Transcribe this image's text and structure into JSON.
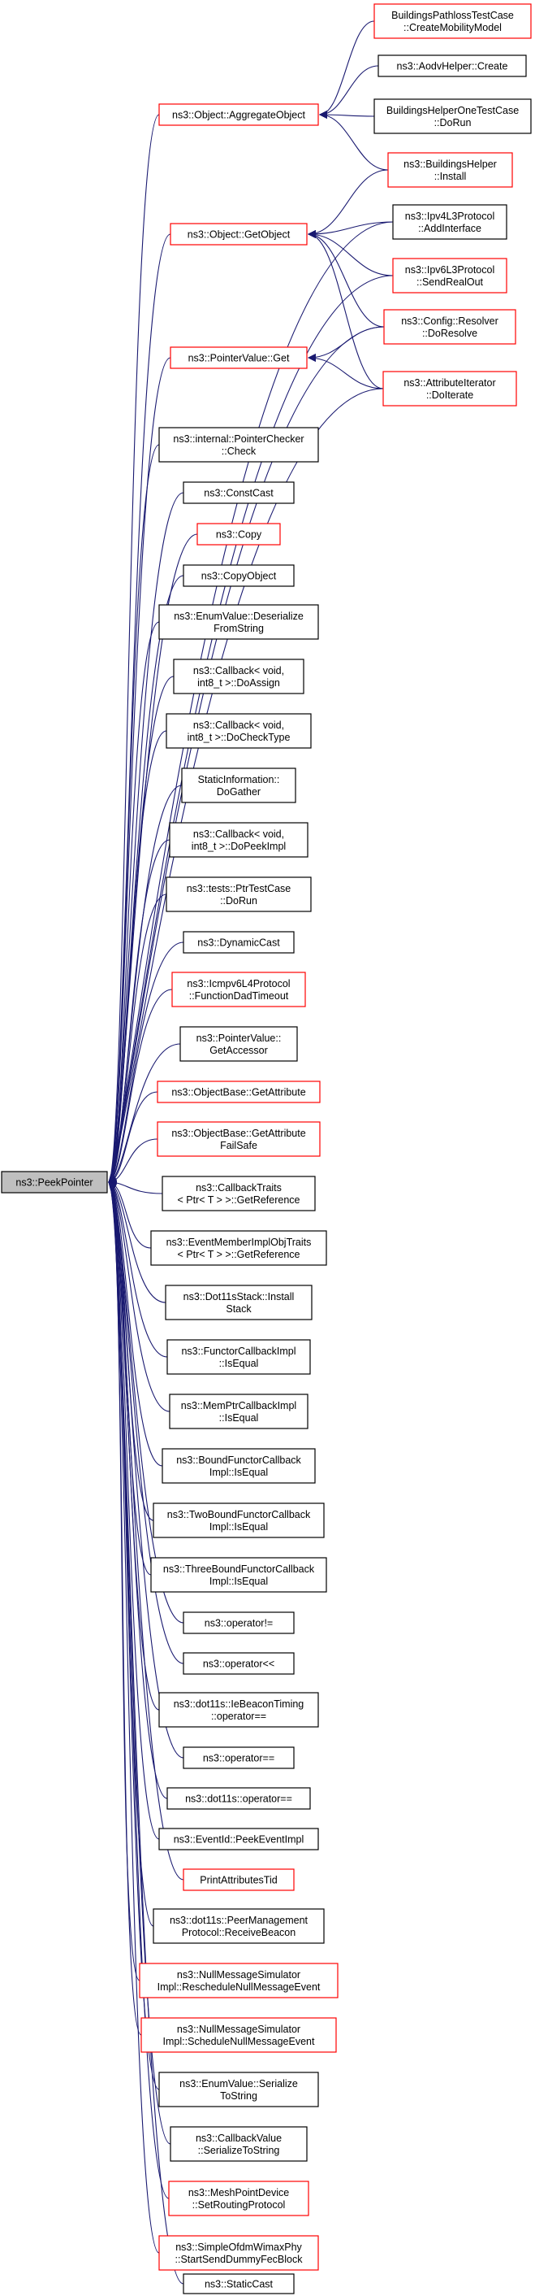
{
  "colors": {
    "edge": "#191970",
    "border_normal": "#000000",
    "border_undocumented": "#ff0000",
    "root_fill": "#bfbfbf"
  },
  "nodes": [
    {
      "id": "peek",
      "lines": [
        "ns3::PeekPointer"
      ],
      "kind": "root"
    },
    {
      "id": "aggregate",
      "lines": [
        "ns3::Object::AggregateObject"
      ],
      "kind": "red"
    },
    {
      "id": "getobject",
      "lines": [
        "ns3::Object::GetObject"
      ],
      "kind": "red"
    },
    {
      "id": "pvget",
      "lines": [
        "ns3::PointerValue::Get"
      ],
      "kind": "red"
    },
    {
      "id": "bpltc",
      "lines": [
        "BuildingsPathlossTestCase",
        "::CreateMobilityModel"
      ],
      "kind": "red"
    },
    {
      "id": "aodv",
      "lines": [
        "ns3::AodvHelper::Create"
      ],
      "kind": "black"
    },
    {
      "id": "bhotc",
      "lines": [
        "BuildingsHelperOneTestCase",
        "::DoRun"
      ],
      "kind": "black"
    },
    {
      "id": "bhinstall",
      "lines": [
        "ns3::BuildingsHelper",
        "::Install"
      ],
      "kind": "red"
    },
    {
      "id": "ipv4l3",
      "lines": [
        "ns3::Ipv4L3Protocol",
        "::AddInterface"
      ],
      "kind": "black"
    },
    {
      "id": "ipv6l3",
      "lines": [
        "ns3::Ipv6L3Protocol",
        "::SendRealOut"
      ],
      "kind": "red"
    },
    {
      "id": "resolver",
      "lines": [
        "ns3::Config::Resolver",
        "::DoResolve"
      ],
      "kind": "red"
    },
    {
      "id": "attrit",
      "lines": [
        "ns3::AttributeIterator",
        "::DoIterate"
      ],
      "kind": "red"
    },
    {
      "id": "ptrcheck",
      "lines": [
        "ns3::internal::PointerChecker",
        "::Check"
      ],
      "kind": "black"
    },
    {
      "id": "constcast",
      "lines": [
        "ns3::ConstCast"
      ],
      "kind": "black"
    },
    {
      "id": "copy",
      "lines": [
        "ns3::Copy"
      ],
      "kind": "red"
    },
    {
      "id": "copyobject",
      "lines": [
        "ns3::CopyObject"
      ],
      "kind": "black"
    },
    {
      "id": "enumdeser",
      "lines": [
        "ns3::EnumValue::Deserialize",
        "FromString"
      ],
      "kind": "black"
    },
    {
      "id": "cbassign",
      "lines": [
        "ns3::Callback< void,",
        "int8_t >::DoAssign"
      ],
      "kind": "black"
    },
    {
      "id": "cbchecktype",
      "lines": [
        "ns3::Callback< void,",
        "int8_t >::DoCheckType"
      ],
      "kind": "black"
    },
    {
      "id": "staticinfo",
      "lines": [
        "StaticInformation::",
        "DoGather"
      ],
      "kind": "black"
    },
    {
      "id": "cbpeekimpl",
      "lines": [
        "ns3::Callback< void,",
        "int8_t >::DoPeekImpl"
      ],
      "kind": "black"
    },
    {
      "id": "ptrtestcase",
      "lines": [
        "ns3::tests::PtrTestCase",
        "::DoRun"
      ],
      "kind": "black"
    },
    {
      "id": "dynamiccast",
      "lines": [
        "ns3::DynamicCast"
      ],
      "kind": "black"
    },
    {
      "id": "icmpv6",
      "lines": [
        "ns3::Icmpv6L4Protocol",
        "::FunctionDadTimeout"
      ],
      "kind": "red"
    },
    {
      "id": "pvaccessor",
      "lines": [
        "ns3::PointerValue::",
        "GetAccessor"
      ],
      "kind": "black"
    },
    {
      "id": "obgetattr",
      "lines": [
        "ns3::ObjectBase::GetAttribute"
      ],
      "kind": "red"
    },
    {
      "id": "obgetattrfs",
      "lines": [
        "ns3::ObjectBase::GetAttribute",
        "FailSafe"
      ],
      "kind": "red"
    },
    {
      "id": "cbtraits",
      "lines": [
        "ns3::CallbackTraits",
        "< Ptr< T > >::GetReference"
      ],
      "kind": "black"
    },
    {
      "id": "emiotraits",
      "lines": [
        "ns3::EventMemberImplObjTraits",
        "< Ptr< T > >::GetReference"
      ],
      "kind": "black"
    },
    {
      "id": "dot11sinstall",
      "lines": [
        "ns3::Dot11sStack::Install",
        "Stack"
      ],
      "kind": "black"
    },
    {
      "id": "functorcb",
      "lines": [
        "ns3::FunctorCallbackImpl",
        "::IsEqual"
      ],
      "kind": "black"
    },
    {
      "id": "memptrcb",
      "lines": [
        "ns3::MemPtrCallbackImpl",
        "::IsEqual"
      ],
      "kind": "black"
    },
    {
      "id": "boundfunctor",
      "lines": [
        "ns3::BoundFunctorCallback",
        "Impl::IsEqual"
      ],
      "kind": "black"
    },
    {
      "id": "twobound",
      "lines": [
        "ns3::TwoBoundFunctorCallback",
        "Impl::IsEqual"
      ],
      "kind": "black"
    },
    {
      "id": "threebound",
      "lines": [
        "ns3::ThreeBoundFunctorCallback",
        "Impl::IsEqual"
      ],
      "kind": "black"
    },
    {
      "id": "opneq",
      "lines": [
        "ns3::operator!="
      ],
      "kind": "black"
    },
    {
      "id": "opshl",
      "lines": [
        "ns3::operator<<"
      ],
      "kind": "black"
    },
    {
      "id": "iebeacon",
      "lines": [
        "ns3::dot11s::IeBeaconTiming",
        "::operator=="
      ],
      "kind": "black"
    },
    {
      "id": "opeq",
      "lines": [
        "ns3::operator=="
      ],
      "kind": "black"
    },
    {
      "id": "dot11seq",
      "lines": [
        "ns3::dot11s::operator=="
      ],
      "kind": "black"
    },
    {
      "id": "eventid",
      "lines": [
        "ns3::EventId::PeekEventImpl"
      ],
      "kind": "black"
    },
    {
      "id": "printattr",
      "lines": [
        "PrintAttributesTid"
      ],
      "kind": "red"
    },
    {
      "id": "peermgmt",
      "lines": [
        "ns3::dot11s::PeerManagement",
        "Protocol::ReceiveBeacon"
      ],
      "kind": "black"
    },
    {
      "id": "nullresched",
      "lines": [
        "ns3::NullMessageSimulator",
        "Impl::RescheduleNullMessageEvent"
      ],
      "kind": "red"
    },
    {
      "id": "nullsched",
      "lines": [
        "ns3::NullMessageSimulator",
        "Impl::ScheduleNullMessageEvent"
      ],
      "kind": "red"
    },
    {
      "id": "enumser",
      "lines": [
        "ns3::EnumValue::Serialize",
        "ToString"
      ],
      "kind": "black"
    },
    {
      "id": "cbvalser",
      "lines": [
        "ns3::CallbackValue",
        "::SerializeToString"
      ],
      "kind": "black"
    },
    {
      "id": "meshpoint",
      "lines": [
        "ns3::MeshPointDevice",
        "::SetRoutingProtocol"
      ],
      "kind": "red"
    },
    {
      "id": "simpleofdm",
      "lines": [
        "ns3::SimpleOfdmWimaxPhy",
        "::StartSendDummyFecBlock"
      ],
      "kind": "red"
    },
    {
      "id": "staticcast",
      "lines": [
        "ns3::StaticCast"
      ],
      "kind": "black"
    }
  ],
  "edges": [
    [
      "aggregate",
      "peek"
    ],
    [
      "getobject",
      "peek"
    ],
    [
      "pvget",
      "peek"
    ],
    [
      "bpltc",
      "aggregate"
    ],
    [
      "aodv",
      "aggregate"
    ],
    [
      "bhotc",
      "aggregate"
    ],
    [
      "bhinstall",
      "aggregate"
    ],
    [
      "bhinstall",
      "getobject"
    ],
    [
      "ipv4l3",
      "getobject"
    ],
    [
      "ipv6l3",
      "getobject"
    ],
    [
      "resolver",
      "getobject"
    ],
    [
      "attrit",
      "getobject"
    ],
    [
      "resolver",
      "pvget"
    ],
    [
      "attrit",
      "pvget"
    ],
    [
      "ipv4l3",
      "peek"
    ],
    [
      "ipv6l3",
      "peek"
    ],
    [
      "resolver",
      "peek"
    ],
    [
      "attrit",
      "peek"
    ],
    [
      "ptrcheck",
      "peek"
    ],
    [
      "constcast",
      "peek"
    ],
    [
      "copy",
      "peek"
    ],
    [
      "copyobject",
      "peek"
    ],
    [
      "enumdeser",
      "peek"
    ],
    [
      "cbassign",
      "peek"
    ],
    [
      "cbchecktype",
      "peek"
    ],
    [
      "staticinfo",
      "peek"
    ],
    [
      "cbpeekimpl",
      "peek"
    ],
    [
      "ptrtestcase",
      "peek"
    ],
    [
      "dynamiccast",
      "peek"
    ],
    [
      "icmpv6",
      "peek"
    ],
    [
      "pvaccessor",
      "peek"
    ],
    [
      "obgetattr",
      "peek"
    ],
    [
      "obgetattrfs",
      "peek"
    ],
    [
      "cbtraits",
      "peek"
    ],
    [
      "emiotraits",
      "peek"
    ],
    [
      "dot11sinstall",
      "peek"
    ],
    [
      "functorcb",
      "peek"
    ],
    [
      "memptrcb",
      "peek"
    ],
    [
      "boundfunctor",
      "peek"
    ],
    [
      "twobound",
      "peek"
    ],
    [
      "threebound",
      "peek"
    ],
    [
      "opneq",
      "peek"
    ],
    [
      "opshl",
      "peek"
    ],
    [
      "iebeacon",
      "peek"
    ],
    [
      "opeq",
      "peek"
    ],
    [
      "dot11seq",
      "peek"
    ],
    [
      "eventid",
      "peek"
    ],
    [
      "printattr",
      "peek"
    ],
    [
      "peermgmt",
      "peek"
    ],
    [
      "nullresched",
      "peek"
    ],
    [
      "nullsched",
      "peek"
    ],
    [
      "enumser",
      "peek"
    ],
    [
      "cbvalser",
      "peek"
    ],
    [
      "meshpoint",
      "peek"
    ],
    [
      "simpleofdm",
      "peek"
    ],
    [
      "staticcast",
      "peek"
    ]
  ]
}
